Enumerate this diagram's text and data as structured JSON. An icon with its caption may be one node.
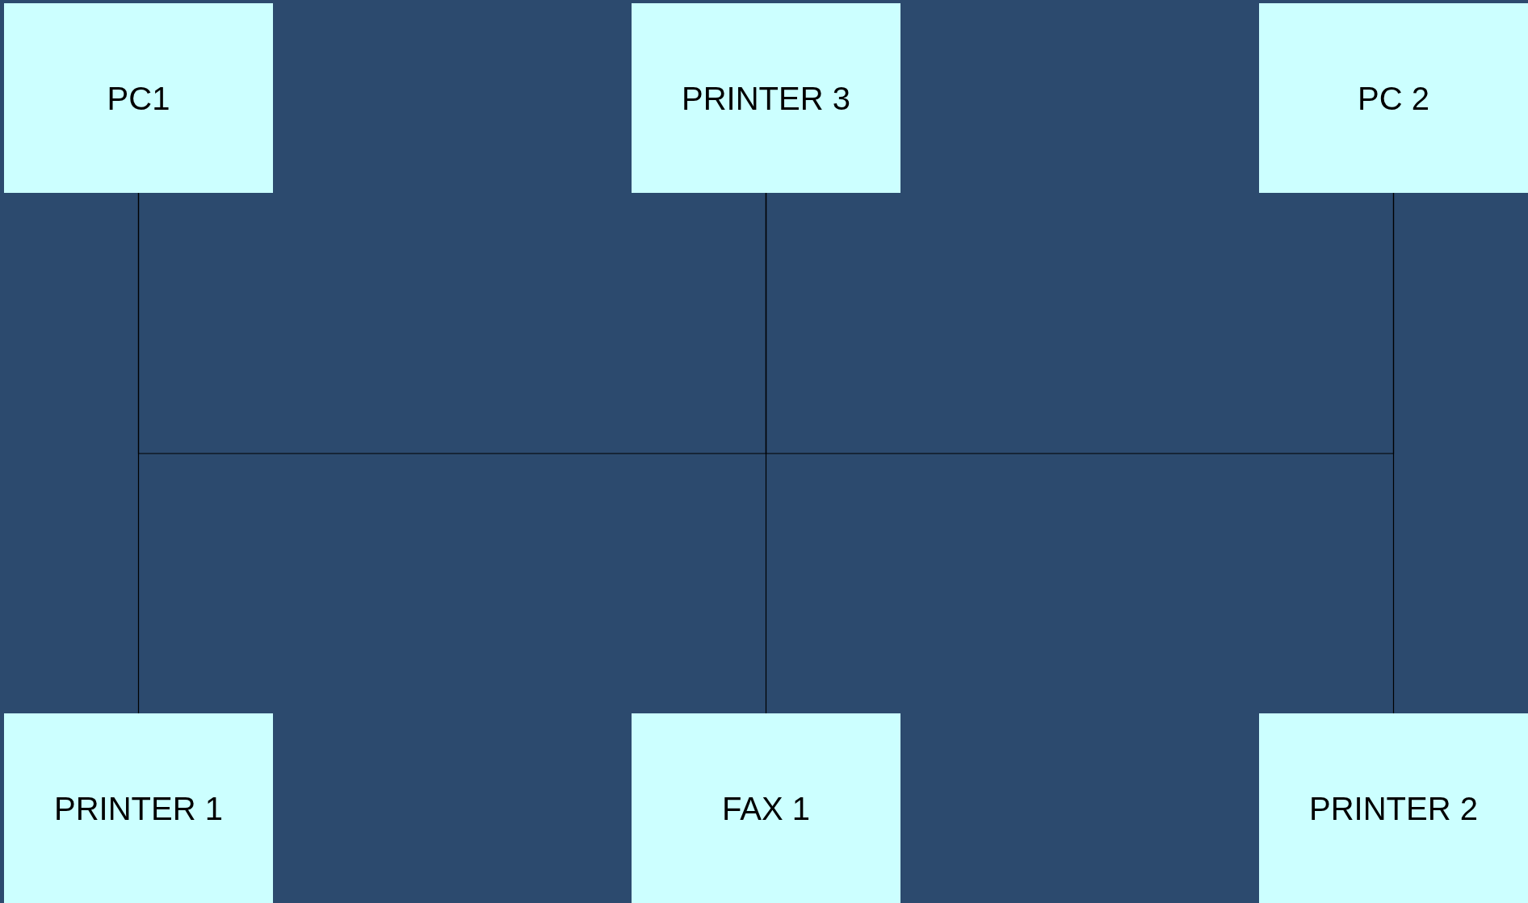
{
  "diagram": {
    "nodes": [
      {
        "text": [
          "PC1"
        ]
      },
      {
        "text": [
          "PRINTER 3"
        ]
      },
      {
        "text": [
          "PC 2"
        ]
      },
      {
        "text": [
          "PRINTER 1"
        ]
      },
      {
        "text": [
          "FAX 1"
        ]
      },
      {
        "text": [
          "PRINTER 2"
        ]
      }
    ],
    "edges": [
      {
        "from": 0,
        "to": 3,
        "arrow": "none"
      },
      {
        "from": 1,
        "to": 4,
        "arrow": "none"
      },
      {
        "from": 2,
        "to": 5,
        "arrow": "none"
      },
      {
        "from": 0,
        "to": 1,
        "arrow": "none"
      },
      {
        "from": 1,
        "to": 2,
        "arrow": "none"
      }
    ]
  }
}
